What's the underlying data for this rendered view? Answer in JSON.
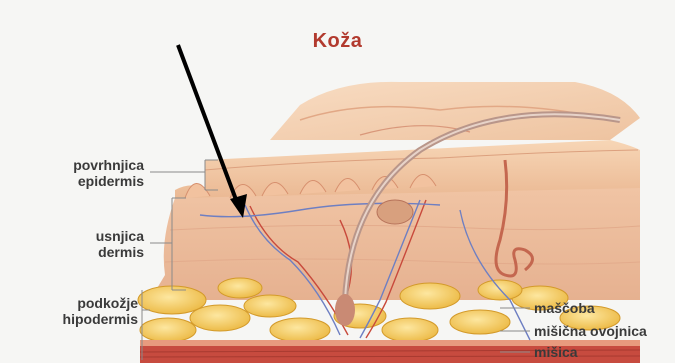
{
  "title": "Koža",
  "left_labels": [
    {
      "line1": "povrhnjica",
      "line2": "epidermis"
    },
    {
      "line1": "usnjica",
      "line2": "dermis"
    },
    {
      "line1": "podkožje",
      "line2": "hipodermis"
    }
  ],
  "right_labels": [
    "maščoba",
    "mišična ovojnica",
    "mišica"
  ],
  "colors": {
    "title": "#b23a2e",
    "epidermis": "#f1c7a0",
    "dermis": "#edc0a2",
    "fat": "#f4c54a",
    "muscle": "#c74b3f",
    "label_text": "#3a3a3a",
    "arrow": "#000000"
  },
  "icons": {
    "pointer": "black-arrow-icon",
    "hair": "hair-strand-icon"
  }
}
